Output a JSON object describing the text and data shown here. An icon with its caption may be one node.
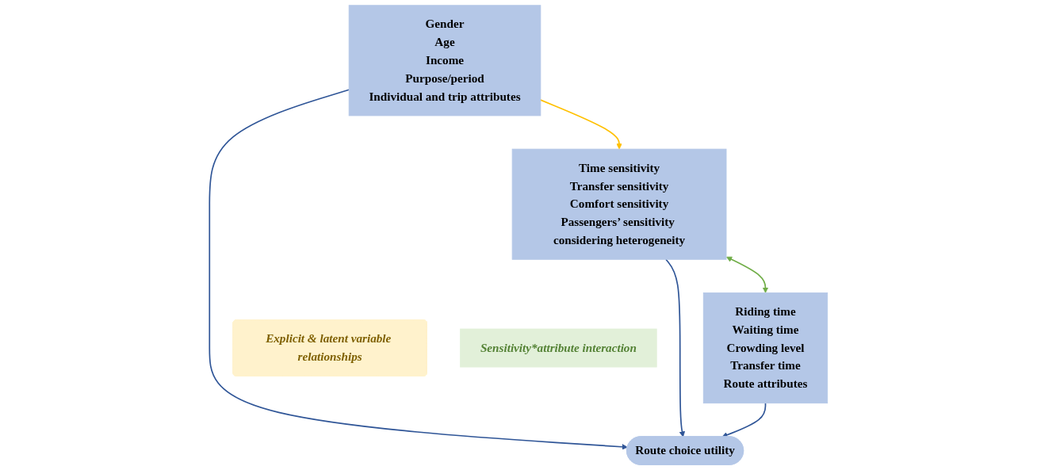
{
  "diagram": {
    "nodes": [
      {
        "text": [
          "Gender",
          "Age",
          "Income",
          "Purpose/period",
          "Individual and trip attributes"
        ]
      },
      {
        "text": [
          "Time sensitivity",
          "Transfer sensitivity",
          "Comfort sensitivity",
          "Passengers’ sensitivity considering heterogeneity"
        ]
      },
      {
        "text": [
          "Riding time",
          "Waiting time",
          "Crowding level",
          "Transfer time",
          "Route attributes"
        ]
      },
      {
        "text": [
          "Explicit & latent variable relationships"
        ]
      },
      {
        "text": [
          "Sensitivity*attribute interaction"
        ]
      },
      {
        "text": [
          "Route choice utility"
        ]
      }
    ],
    "edges": [
      {
        "from": 0,
        "to": 1,
        "arrow": "to",
        "color": "#ffc000"
      },
      {
        "from": 1,
        "to": 2,
        "arrow": "both",
        "color": "#70ad47"
      },
      {
        "from": 0,
        "to": 5,
        "arrow": "to"
      },
      {
        "from": 1,
        "to": 5,
        "arrow": "to"
      },
      {
        "from": 2,
        "to": 5,
        "arrow": "to"
      }
    ]
  }
}
